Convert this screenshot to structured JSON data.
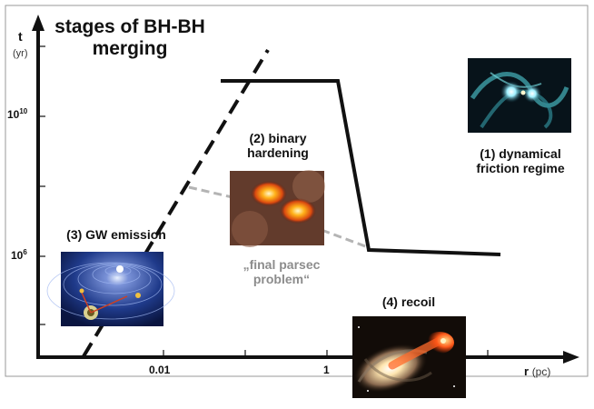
{
  "title": "stages of BH-BH merging",
  "y_axis": {
    "label": "t",
    "unit": "(yr)",
    "ticks": [
      "10",
      "10"
    ],
    "tick_exps": [
      "10",
      "6"
    ]
  },
  "x_axis": {
    "label": "r",
    "unit": "(pc)",
    "ticks": [
      "0.01",
      "1"
    ]
  },
  "stages": {
    "s1": "(1) dynamical friction regime",
    "s1_l1": "(1) dynamical",
    "s1_l2": "friction regime",
    "s2_l1": "(2) binary",
    "s2_l2": "hardening",
    "s3": "(3) GW emission",
    "s4": "(4) recoil"
  },
  "final_parsec": {
    "l1": "„final parsec",
    "l2": "problem“"
  },
  "colors": {
    "axis": "#111111",
    "main_line": "#111111",
    "gw_line": "#111111",
    "final_parsec_line": "#b4b4b4",
    "final_parsec_text": "#8c8c8c",
    "frame": "#9a9a9a"
  },
  "images": [
    "galaxy-interaction-image",
    "binary-bh-image",
    "gw-spacetime-image",
    "recoil-galaxy-image"
  ]
}
